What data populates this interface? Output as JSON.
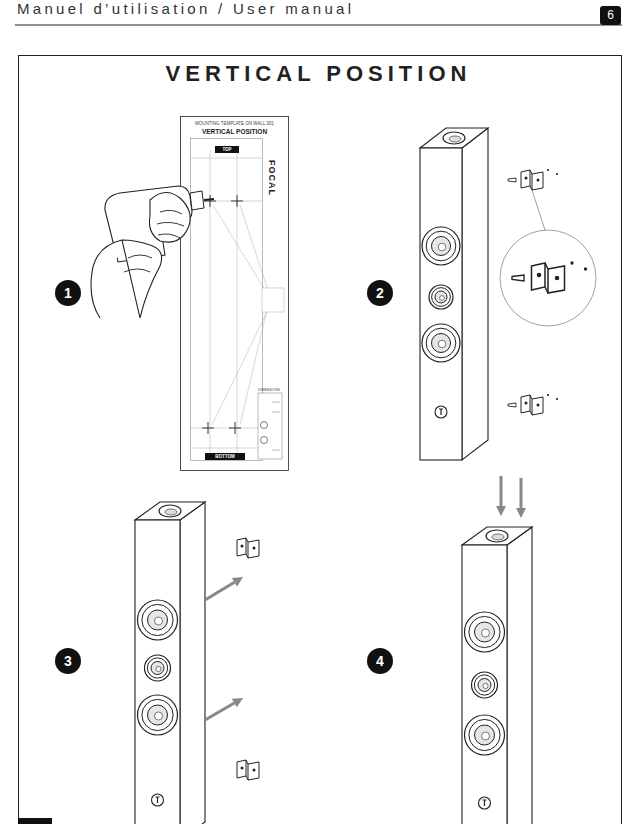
{
  "diagram": {
    "title": "VERTICAL POSITION",
    "nodes": [
      {
        "text": [
          "6"
        ]
      },
      {
        "text": [
          "1"
        ]
      },
      {
        "text": [
          "MOUNTING TEMPLATE ON WALL 301",
          "VERTICAL POSITION",
          "FOCAL",
          "DIMENSIONS"
        ]
      },
      {
        "text": [
          "TOP"
        ],
        "in": 2
      },
      {
        "text": [
          "BOTTOM"
        ],
        "in": 2
      },
      {
        "text": [
          "2"
        ]
      },
      {
        "text": [
          "3"
        ]
      },
      {
        "text": [
          "4"
        ]
      }
    ],
    "edges": [],
    "labels": [
      "Manuel d’utilisation / User manual"
    ]
  }
}
